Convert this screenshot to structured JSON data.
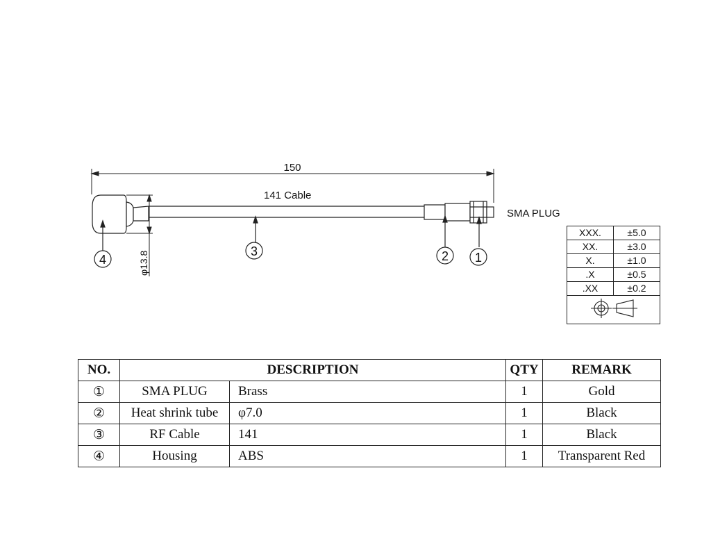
{
  "drawing": {
    "overall_length": "150",
    "cable_label": "141 Cable",
    "connector_label": "SMA PLUG",
    "diameter_label": "φ13.8",
    "callouts": [
      "①",
      "②",
      "③",
      "④"
    ]
  },
  "tolerance_table": {
    "rows": [
      {
        "format": "XXX.",
        "tolerance": "±5.0"
      },
      {
        "format": "XX.",
        "tolerance": "±3.0"
      },
      {
        "format": "X.",
        "tolerance": "±1.0"
      },
      {
        "format": ".X",
        "tolerance": "±0.5"
      },
      {
        "format": ".XX",
        "tolerance": "±0.2"
      }
    ],
    "projection_symbol": "first-angle-projection-icon"
  },
  "bom": {
    "headers": {
      "no": "NO.",
      "description": "DESCRIPTION",
      "qty": "QTY",
      "remark": "REMARK"
    },
    "rows": [
      {
        "no": "①",
        "part": "SMA PLUG",
        "material": "Brass",
        "qty": "1",
        "remark": "Gold"
      },
      {
        "no": "②",
        "part": "Heat shrink tube",
        "material": "φ7.0",
        "qty": "1",
        "remark": "Black"
      },
      {
        "no": "③",
        "part": "RF Cable",
        "material": "141",
        "qty": "1",
        "remark": "Black"
      },
      {
        "no": "④",
        "part": "Housing",
        "material": "ABS",
        "qty": "1",
        "remark": "Transparent Red"
      }
    ]
  }
}
